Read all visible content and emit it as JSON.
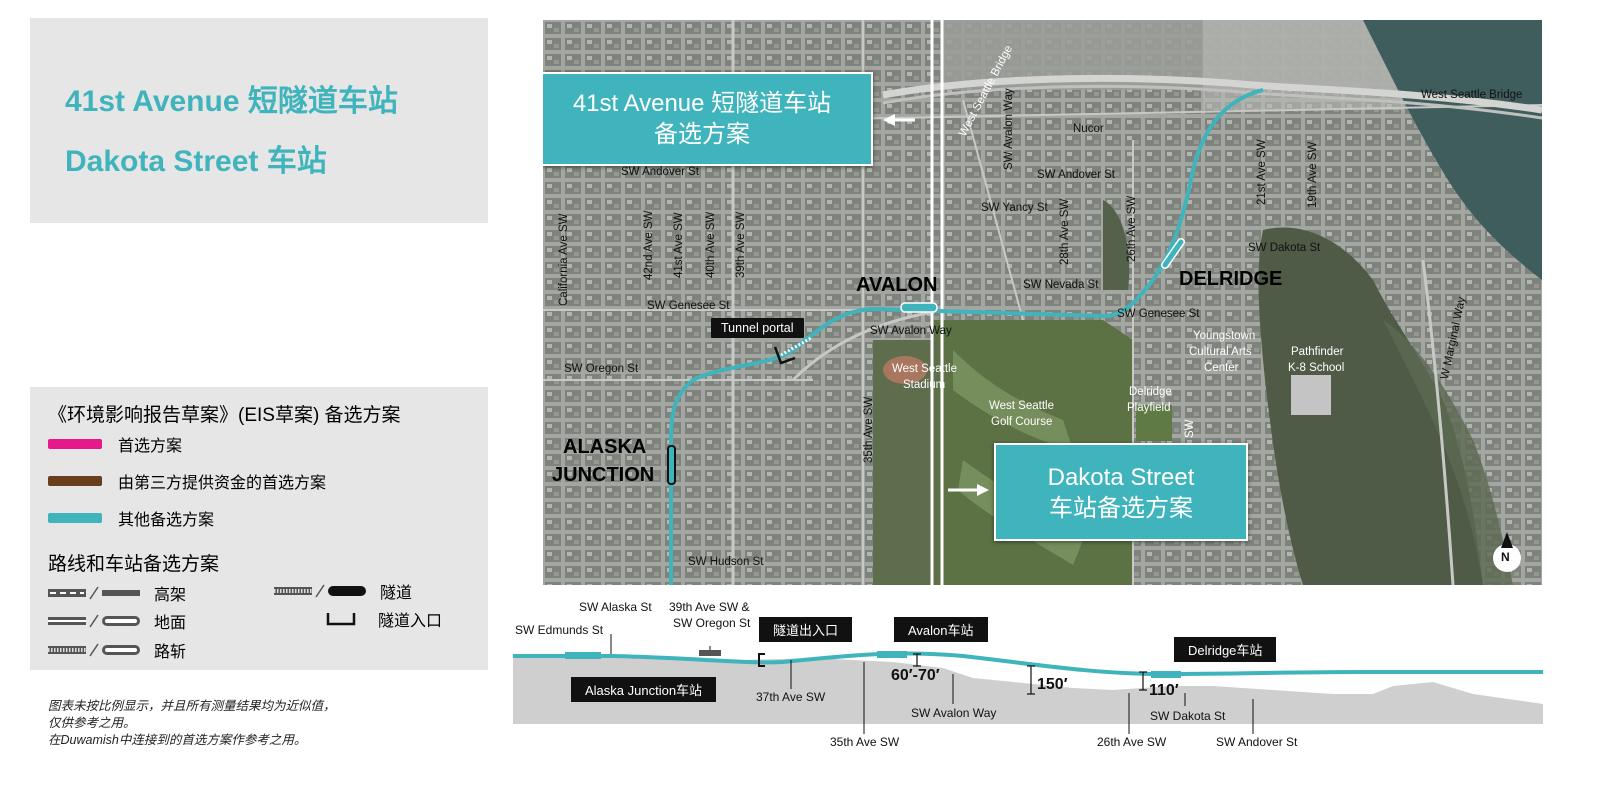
{
  "title": {
    "line1": "41st Avenue 短隧道车站",
    "line2": "Dakota Street 车站"
  },
  "legend": {
    "heading": "《环境影响报告草案》(EIS草案) 备选方案",
    "items": [
      {
        "label": "首选方案",
        "color": "#e6198a"
      },
      {
        "label": "由第三方提供资金的首选方案",
        "color": "#6b3d1f"
      },
      {
        "label": "其他备选方案",
        "color": "#3fb4bc"
      }
    ],
    "route_heading": "路线和车站备选方案",
    "route_types": {
      "elevated": "高架",
      "at_grade": "地面",
      "retained_cut": "路斩",
      "tunnel": "隧道",
      "tunnel_portal": "隧道入口"
    }
  },
  "footnote": {
    "line1": "图表未按比例显示，并且所有测量结果均为近似值，",
    "line2": "仅供参考之用。",
    "line3": "在Duwamish中连接到的首选方案作参考之用。"
  },
  "map": {
    "callout_left": {
      "line1": "41st Avenue 短隧道车站",
      "line2": "备选方案"
    },
    "callout_right": {
      "line1": "Dakota Street",
      "line2": "车站备选方案"
    },
    "neighborhoods": {
      "avalon": "AVALON",
      "delridge": "DELRIDGE",
      "alaska_1": "ALASKA",
      "alaska_2": "JUNCTION"
    },
    "tunnel_portal_label": "Tunnel portal",
    "streets": {
      "andover_w": "SW Andover St",
      "california": "California Ave SW",
      "ave42": "42nd Ave SW",
      "ave41": "41st Ave SW",
      "ave40": "40th Ave SW",
      "ave39": "39th Ave SW",
      "genesee_w": "SW Genesee St",
      "oregon": "SW Oregon St",
      "hudson": "SW Hudson St",
      "ave35": "35th Ave SW",
      "avalon_way": "SW Avalon Way",
      "ws_stadium_1": "West Seattle",
      "ws_stadium_2": "Stadium",
      "ws_bridge_diag": "West Seattle Bridge",
      "ws_bridge": "West Seattle Bridge",
      "avalon_way_v": "SW Avalon Way",
      "nucor": "Nucor",
      "andover_e": "SW Andover St",
      "yancy": "SW Yancy St",
      "ave28": "28th Ave SW",
      "ave26": "26th Ave SW",
      "nevada": "SW Nevada St",
      "genesee_e": "SW Genesee St",
      "dakota": "SW Dakota St",
      "ave21": "21st Ave SW",
      "ave19": "19th Ave SW",
      "marginal": "W Marginal Way",
      "youngstown_1": "Youngstown",
      "youngstown_2": "Cultural Arts",
      "youngstown_3": "Center",
      "pathfinder_1": "Pathfinder",
      "pathfinder_2": "K-8 School",
      "delridge_pf_1": "Delridge",
      "delridge_pf_2": "Playfield",
      "golf_1": "West Seattle",
      "golf_2": "Golf Course",
      "sw_v": "SW"
    },
    "north": "N"
  },
  "profile": {
    "edmunds": "SW Edmunds St",
    "alaska_st": "SW Alaska St",
    "oregon_1": "39th Ave SW &",
    "oregon_2": "SW Oregon St",
    "tunnel_portal": "隧道出入口",
    "avalon_station": "Avalon车站",
    "delridge_station": "Delridge车站",
    "alaska_station": "Alaska Junction车站",
    "ave37": "37th Ave SW",
    "height1": "60′-70′",
    "avalon_way": "SW Avalon Way",
    "height2": "150′",
    "height3": "110′",
    "dakota": "SW Dakota St",
    "ave35": "35th Ave SW",
    "ave26": "26th Ave SW",
    "andover": "SW Andover St"
  },
  "colors": {
    "accent": "#3fb4bc",
    "preferred": "#e6198a",
    "third_party": "#6b3d1f",
    "panel": "#e6e6e6"
  }
}
